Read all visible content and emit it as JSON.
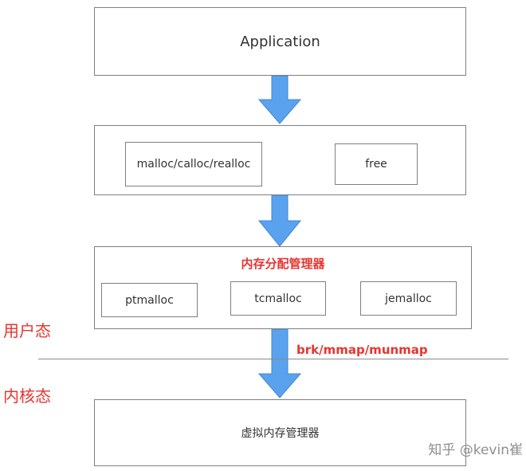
{
  "diagram": {
    "application": "Application",
    "api_calls": [
      "malloc/calloc/realloc",
      "free"
    ],
    "allocator_title": "内存分配管理器",
    "allocators": [
      "ptmalloc",
      "tcmalloc",
      "jemalloc"
    ],
    "syscalls": "brk/mmap/munmap",
    "user_space": "用户态",
    "kernel_space": "内核态",
    "vm_manager": "虚拟内存管理器",
    "watermark": "知乎 @kevin崔",
    "colors": {
      "arrow": "#4a90e2",
      "accent_text": "#e8342f",
      "border": "#7f7f7f"
    }
  }
}
